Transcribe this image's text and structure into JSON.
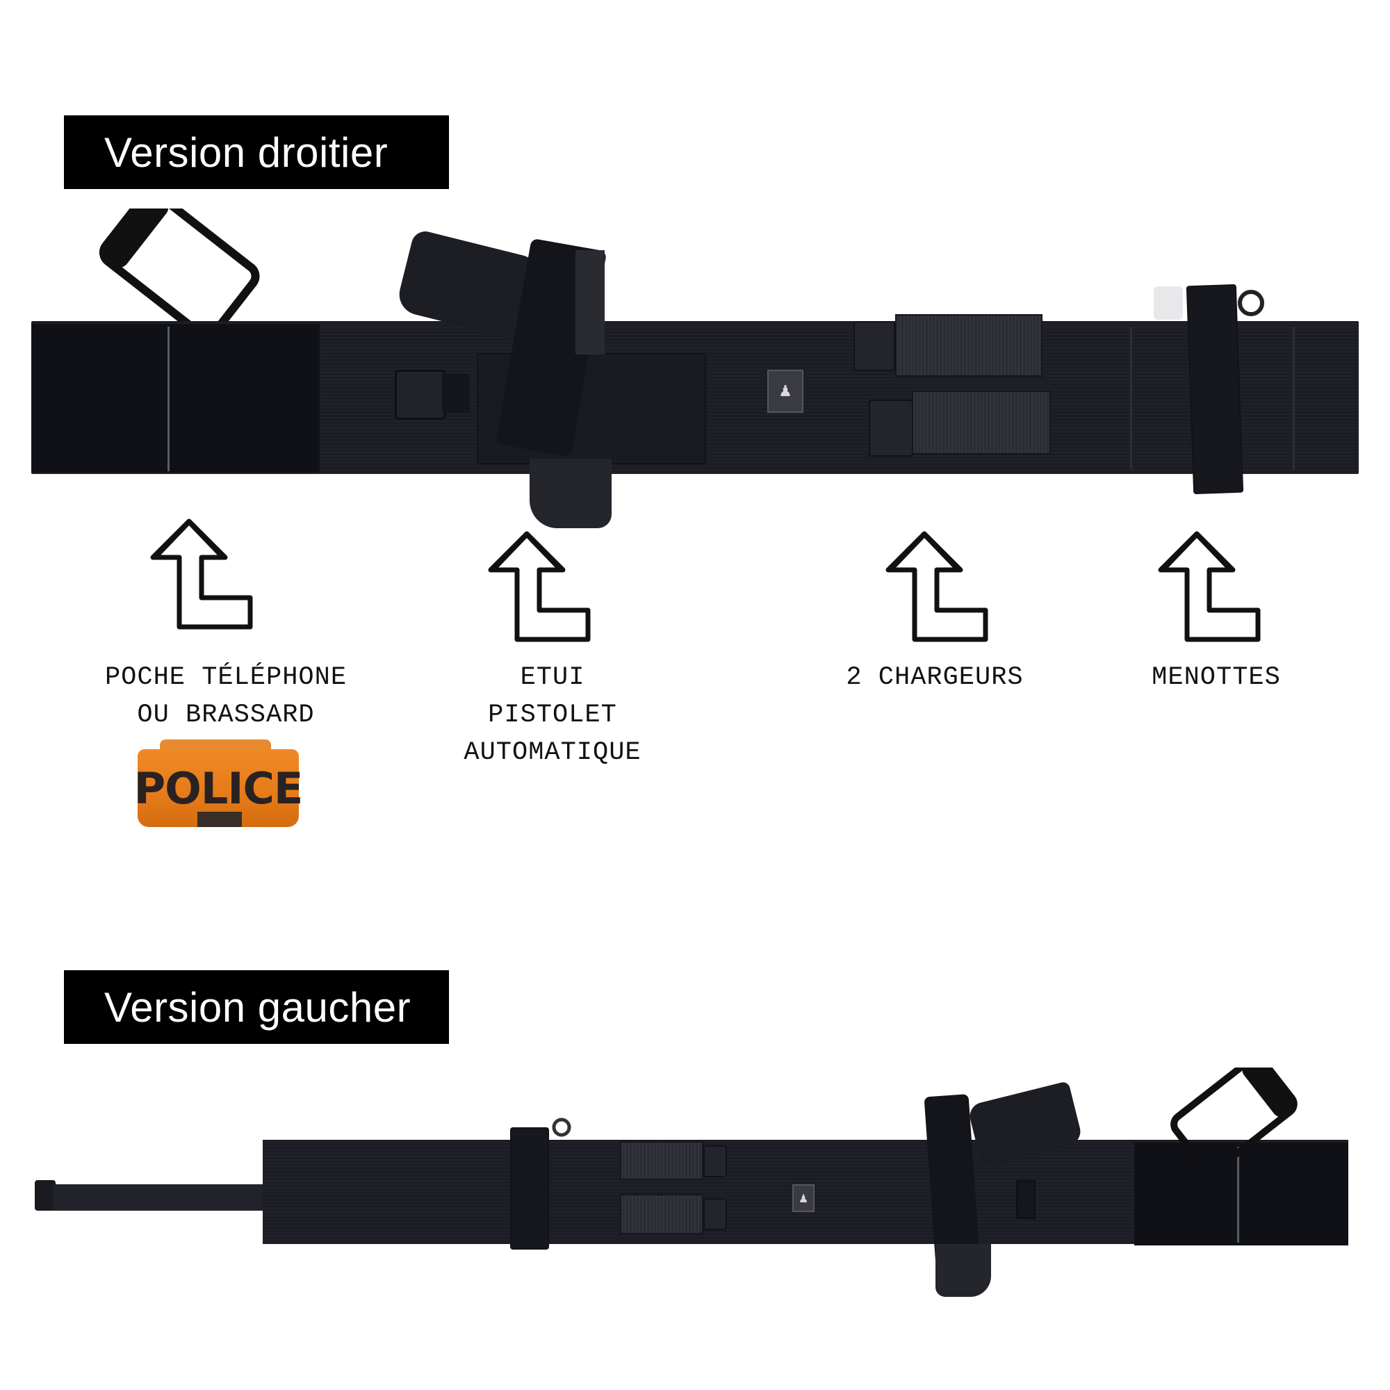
{
  "sections": [
    {
      "title": "Version droitier",
      "orientation": "right-handed",
      "callouts": [
        {
          "lines": [
            "POCHE TÉLÉPHONE",
            "OU BRASSARD"
          ],
          "icon": "hand-drawn-arrow-up-icon"
        },
        {
          "lines": [
            "ETUI",
            "PISTOLET",
            "AUTOMATIQUE"
          ],
          "icon": "hand-drawn-arrow-up-icon"
        },
        {
          "lines": [
            "2 CHARGEURS"
          ],
          "icon": "hand-drawn-arrow-up-icon"
        },
        {
          "lines": [
            "MENOTTES"
          ],
          "icon": "hand-drawn-arrow-up-icon"
        }
      ],
      "armband": {
        "text": "POLICE",
        "color": "#e67d1b"
      }
    },
    {
      "title": "Version gaucher",
      "orientation": "left-handed"
    }
  ],
  "colors": {
    "title_bg": "#000000",
    "title_fg": "#ffffff",
    "belt": "#1c1d24",
    "label_text": "#111111",
    "armband": "#e67d1b"
  }
}
